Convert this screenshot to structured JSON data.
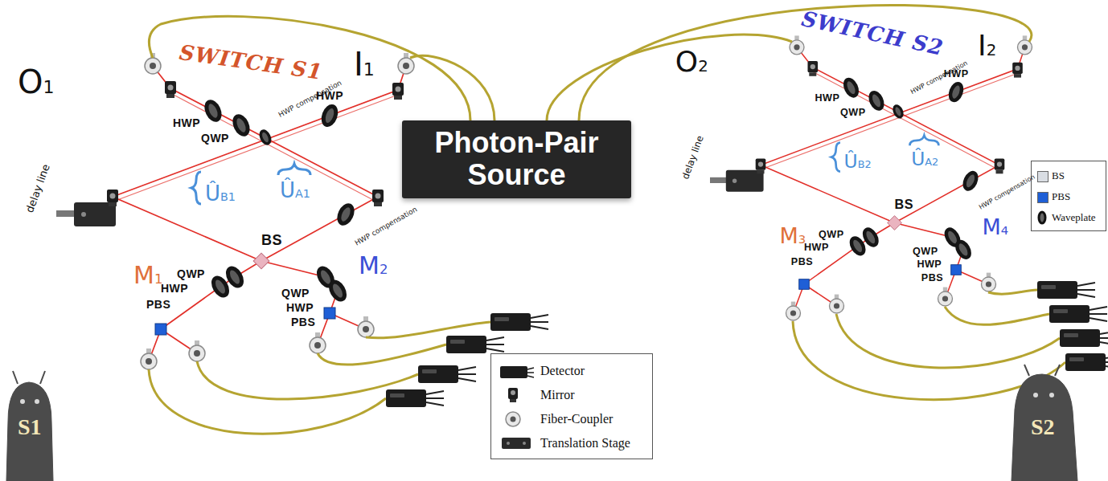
{
  "diagram": {
    "nodes": [
      {
        "text": [
          "SWITCH S1"
        ]
      },
      {
        "text": [
          "M1",
          "QWP",
          "HWP",
          "PBS"
        ],
        "in": 0
      },
      {
        "text": [
          "M2",
          "QWP",
          "HWP",
          "PBS"
        ],
        "in": 0
      },
      {
        "text": [
          "Photon-Pair Source"
        ]
      },
      {
        "text": [
          "SWITCH S2"
        ]
      },
      {
        "text": [
          "M3",
          "QWP",
          "HWP",
          "PBS"
        ],
        "in": 4
      },
      {
        "text": [
          "M4",
          "QWP",
          "HWP",
          "PBS"
        ],
        "in": 4
      }
    ],
    "labels": [
      "O1",
      "I1",
      "HWP compensation",
      "QWP",
      "HWP",
      "ÛB1",
      "ÛA1",
      "HWP",
      "delay line",
      "HWP compensation",
      "BS",
      "S1",
      "O2",
      "I2",
      "HWP compensation",
      "QWP",
      "HWP",
      "ÛB2",
      "ÛA2",
      "HWP",
      "delay line",
      "HWP compensation",
      "BS",
      "S2"
    ],
    "legend": [
      {
        "text": "BS",
        "color": "#d9dde3"
      },
      {
        "text": "PBS",
        "color": "#1f5fd6"
      },
      {
        "text": "Waveplate"
      },
      {
        "text": "Detector"
      },
      {
        "text": "Mirror"
      },
      {
        "text": "Fiber-Coupler"
      },
      {
        "text": "Translation Stage"
      }
    ]
  }
}
